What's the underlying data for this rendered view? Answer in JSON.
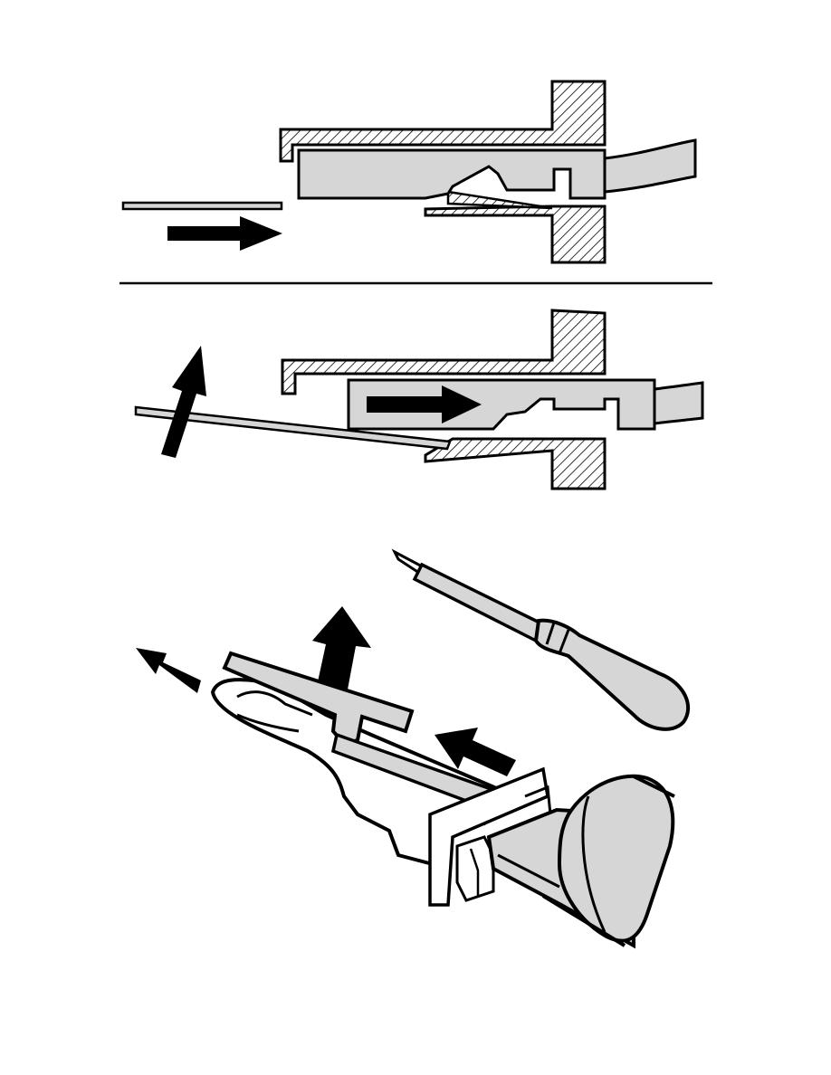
{
  "figure": {
    "panels": [
      {
        "id": "top",
        "description_shown": false
      },
      {
        "id": "middle",
        "description_shown": false
      },
      {
        "id": "bottom",
        "description_shown": false
      }
    ]
  },
  "colors": {
    "ink": "#000000",
    "fill_gray": "#d6d6d6",
    "background": "#ffffff"
  }
}
